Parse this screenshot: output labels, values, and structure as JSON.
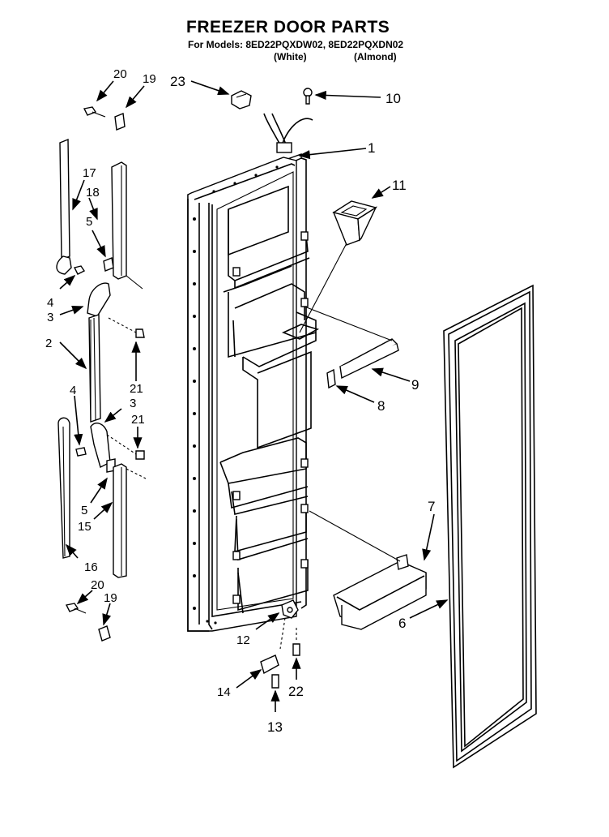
{
  "header": {
    "title": "FREEZER DOOR PARTS",
    "models_line": "For Models: 8ED22PQXDW02, 8ED22PQXDN02",
    "model_1_color": "(White)",
    "model_2_color": "(Almond)"
  },
  "callouts": {
    "c1": "1",
    "c2": "2",
    "c3a": "3",
    "c3b": "3",
    "c4a": "4",
    "c4b": "4",
    "c5a": "5",
    "c5b": "5",
    "c6": "6",
    "c7": "7",
    "c8": "8",
    "c9": "9",
    "c10": "10",
    "c11": "11",
    "c12": "12",
    "c13": "13",
    "c14": "14",
    "c15": "15",
    "c16": "16",
    "c17": "17",
    "c18": "18",
    "c19a": "19",
    "c19b": "19",
    "c20a": "20",
    "c20b": "20",
    "c21a": "21",
    "c21b": "21",
    "c22": "22",
    "c23": "23"
  }
}
